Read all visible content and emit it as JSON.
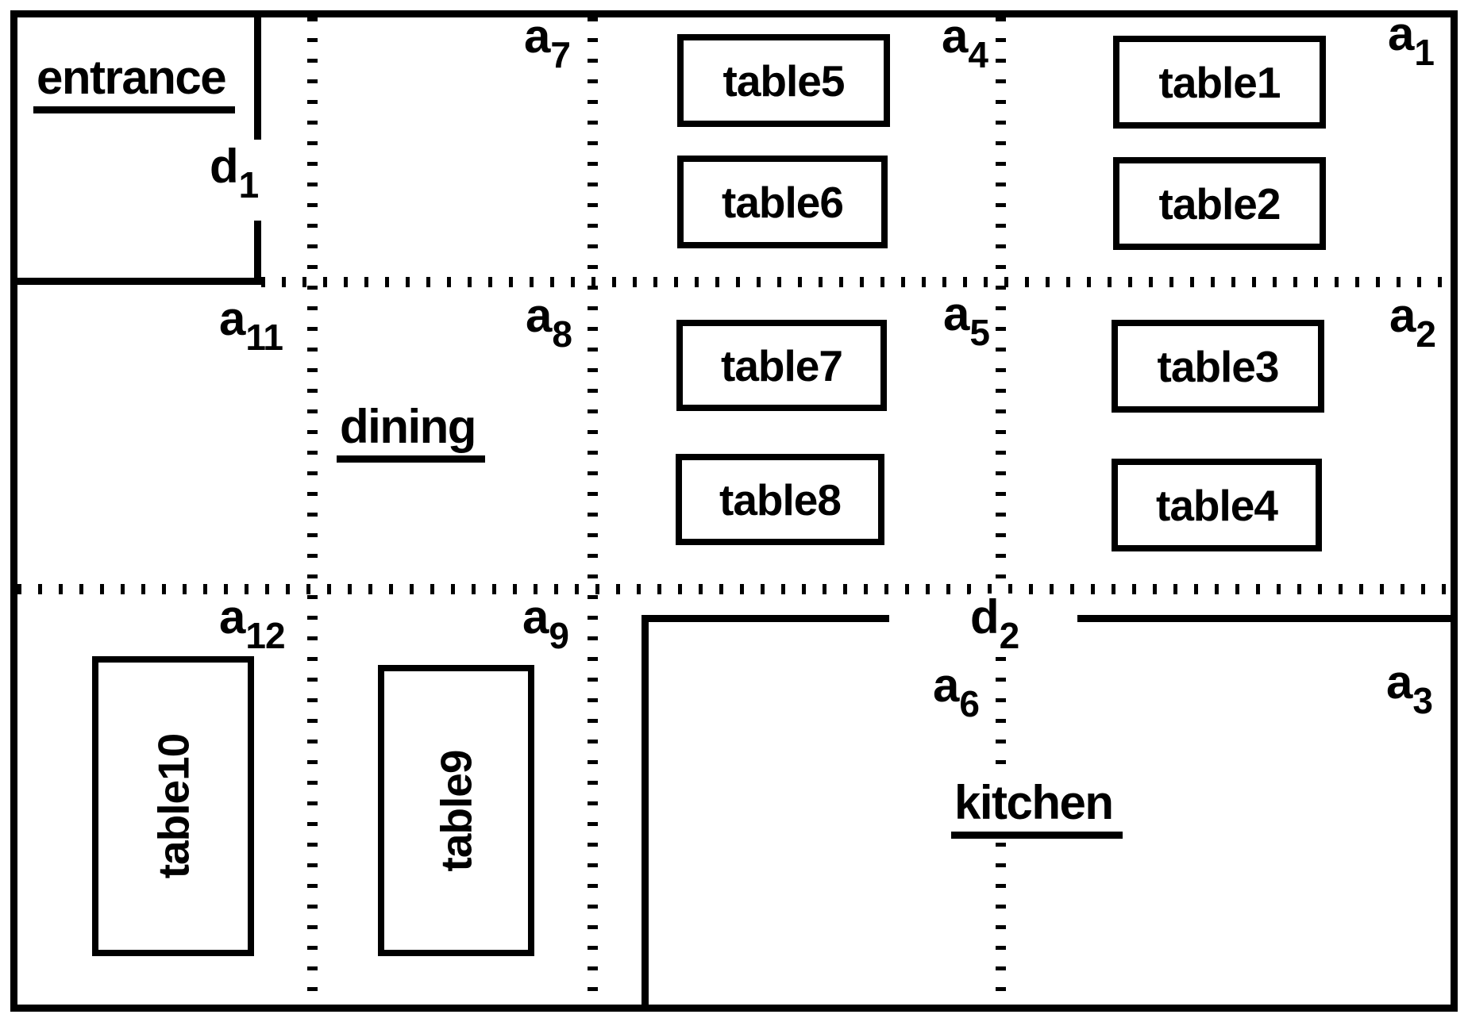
{
  "colors": {
    "ink": "#000000",
    "background": "#ffffff"
  },
  "rooms": {
    "entrance": {
      "label": "entrance"
    },
    "dining": {
      "label": "dining"
    },
    "kitchen": {
      "label": "kitchen"
    }
  },
  "doors": {
    "d1": {
      "base": "d",
      "sub": "1"
    },
    "d2": {
      "base": "d",
      "sub": "2"
    }
  },
  "areas": {
    "a1": {
      "base": "a",
      "sub": "1"
    },
    "a2": {
      "base": "a",
      "sub": "2"
    },
    "a3": {
      "base": "a",
      "sub": "3"
    },
    "a4": {
      "base": "a",
      "sub": "4"
    },
    "a5": {
      "base": "a",
      "sub": "5"
    },
    "a6": {
      "base": "a",
      "sub": "6"
    },
    "a7": {
      "base": "a",
      "sub": "7"
    },
    "a8": {
      "base": "a",
      "sub": "8"
    },
    "a9": {
      "base": "a",
      "sub": "9"
    },
    "a11": {
      "base": "a",
      "sub": "11"
    },
    "a12": {
      "base": "a",
      "sub": "12"
    }
  },
  "tables": {
    "t1": {
      "label": "table1"
    },
    "t2": {
      "label": "table2"
    },
    "t3": {
      "label": "table3"
    },
    "t4": {
      "label": "table4"
    },
    "t5": {
      "label": "table5"
    },
    "t6": {
      "label": "table6"
    },
    "t7": {
      "label": "table7"
    },
    "t8": {
      "label": "table8"
    },
    "t9": {
      "label": "table9"
    },
    "t10": {
      "label": "table10"
    }
  }
}
